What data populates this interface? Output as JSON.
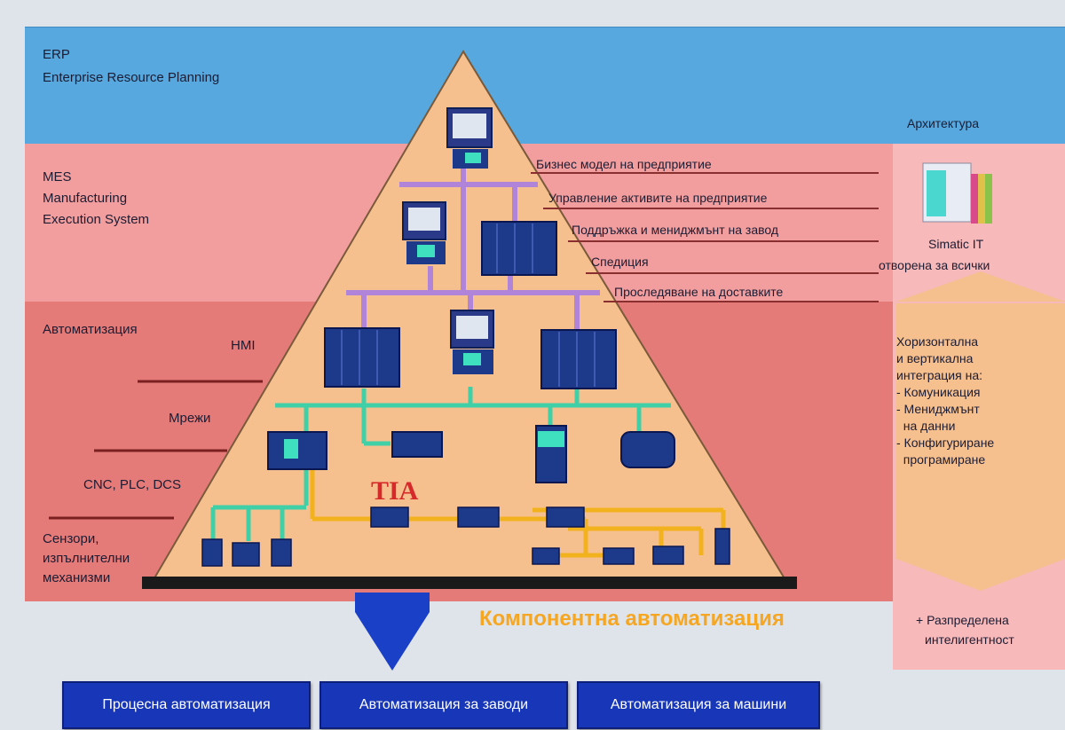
{
  "levels": {
    "erp": {
      "line1": "ERP",
      "line2": "Enterprise Resource Planning"
    },
    "mes": {
      "line1": "MES",
      "line2": "Manufacturing",
      "line3": "Execution System"
    },
    "automation": {
      "title": "Автоматизация"
    }
  },
  "left_labels": {
    "hmi": "HMI",
    "networks": "Мрежи",
    "controllers": "CNC, PLC, DCS",
    "sensors1": "Сензори,",
    "sensors2": "изпълнителни",
    "sensors3": "механизми"
  },
  "mes_functions": [
    "Бизнес модел на предприятие",
    "Управление активите на предприятие",
    "Поддръжка и мениджмънт на завод",
    "Спедиция",
    "Проследяване на доставките"
  ],
  "right_panel": {
    "architecture": "Архитектура",
    "simatic1": "Simatic IT",
    "simatic2": "отворена за всички",
    "integration": "Хоризонтална\nи вертикална\nинтеграция на:\n- Комуникация\n- Мениджмънт\n  на данни\n- Конфигуриране\n  програмиране",
    "distributed1": "+ Разпределена",
    "distributed2": "интелигентност"
  },
  "center": {
    "tia": "TIA",
    "component_automation": "Компонентна автоматизация"
  },
  "buttons": [
    "Процесна автоматизация",
    "Автоматизация за заводи",
    "Автоматизация за машини"
  ],
  "colors": {
    "erp_band": "#56a8de",
    "mes_band": "#f29e9e",
    "automation_band": "#e47b79",
    "pyramid": "#f6c08e",
    "purple_bus": "#b084d8",
    "green_bus": "#3fd0a8",
    "yellow_bus": "#f2b21e",
    "orange_text": "#f5a623",
    "button_blue": "#1736b8"
  }
}
